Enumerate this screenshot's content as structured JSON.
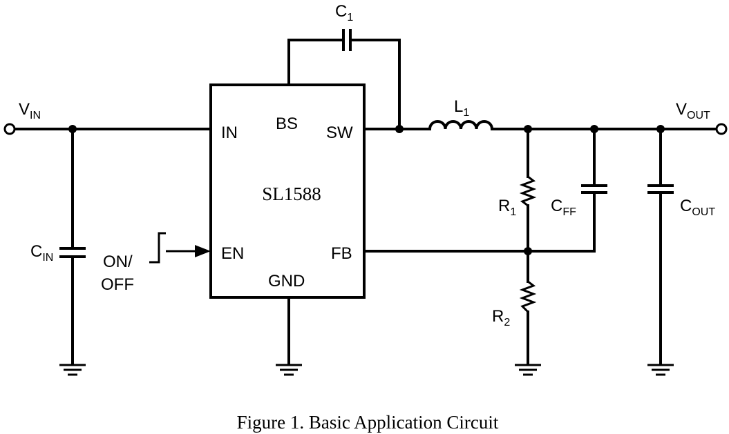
{
  "ic": {
    "name": "SL1588",
    "pins": {
      "in": "IN",
      "bs": "BS",
      "sw": "SW",
      "en": "EN",
      "fb": "FB",
      "gnd": "GND"
    }
  },
  "labels": {
    "vin": "V",
    "vin_sub": "IN",
    "vout": "V",
    "vout_sub": "OUT",
    "c1": "C",
    "c1_sub": "1",
    "l1": "L",
    "l1_sub": "1",
    "r1": "R",
    "r1_sub": "1",
    "r2": "R",
    "r2_sub": "2",
    "cff": "C",
    "cff_sub": "FF",
    "cout": "C",
    "cout_sub": "OUT",
    "cin": "C",
    "cin_sub": "IN",
    "on_off_line1": "ON/",
    "on_off_line2": "OFF"
  },
  "caption": "Figure 1. Basic Application Circuit"
}
